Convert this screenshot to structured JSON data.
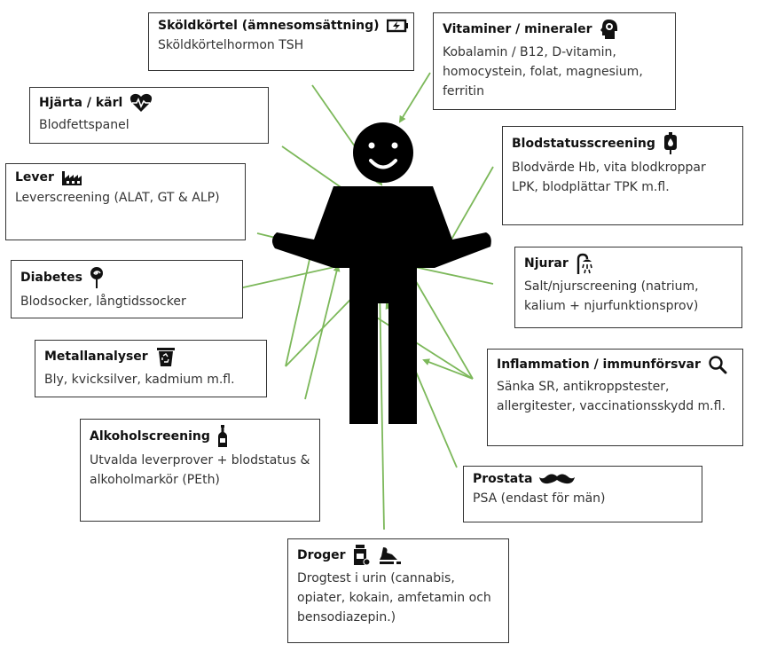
{
  "boxes": {
    "skoldkortel": {
      "title": "Sköldkörtel (ämnesomsättning)",
      "desc": "Sköldkörtelhormon TSH",
      "icon": "battery-charging-icon"
    },
    "vitaminer": {
      "title": "Vitaminer / mineraler",
      "desc": "Kobalamin / B12, D-vitamin, homocystein, folat, magnesium, ferritin",
      "icon": "head-gears-icon"
    },
    "hjarta": {
      "title": "Hjärta / kärl",
      "desc": "Blodfettspanel",
      "icon": "heart-pulse-icon"
    },
    "blodstatus": {
      "title": "Blodstatusscreening",
      "desc": "Blodvärde Hb, vita blodkroppar LPK, blodplättar TPK m.fl.",
      "icon": "blood-bag-icon"
    },
    "lever": {
      "title": "Lever",
      "desc": "Leverscreening (ALAT, GT & ALP)",
      "icon": "factory-icon"
    },
    "njurar": {
      "title": "Njurar",
      "desc": "Salt/njurscreening (natrium, kalium + njurfunktionsprov)",
      "icon": "shower-icon"
    },
    "diabetes": {
      "title": "Diabetes",
      "desc": "Blodsocker, långtidssocker",
      "icon": "lollipop-icon"
    },
    "metall": {
      "title": "Metallanalyser",
      "desc": "Bly, kvicksilver, kadmium m.fl.",
      "icon": "recycle-bin-icon"
    },
    "inflammation": {
      "title": "Inflammation / immunförsvar",
      "desc": "Sänka SR, antikroppstester, allergitester, vaccinationsskydd m.fl.",
      "icon": "magnifier-icon"
    },
    "alkohol": {
      "title": "Alkoholscreening",
      "desc": "Utvalda leverprover + blodstatus & alkoholmarkör (PEth)",
      "icon": "bottle-icon"
    },
    "prostata": {
      "title": "Prostata",
      "desc": "PSA (endast för män)",
      "icon": "mustache-icon"
    },
    "droger": {
      "title": "Droger",
      "desc": "Drogtest i urin (cannabis, opiater, kokain, amfetamin och bensodiazepin.)",
      "icon": "pill-bottle-icon"
    }
  },
  "colors": {
    "connector": "#7cb85a",
    "figure": "#000000",
    "border": "#333333"
  }
}
